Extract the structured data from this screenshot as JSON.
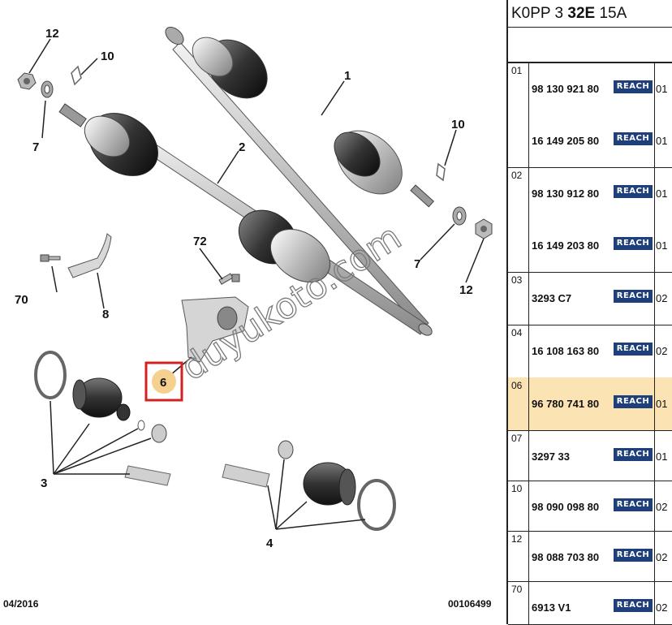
{
  "header": {
    "code_prefix": "K0PP 3 ",
    "code_bold": "32E",
    "code_suffix": " 15A"
  },
  "diagram": {
    "callouts": {
      "c1": "1",
      "c2": "2",
      "c3": "3",
      "c4": "4",
      "c6": "6",
      "c7a": "7",
      "c7b": "7",
      "c8": "8",
      "c10a": "10",
      "c10b": "10",
      "c12a": "12",
      "c12b": "12",
      "c70": "70",
      "c72": "72"
    },
    "footer_date": "04/2016",
    "footer_ref": "00106499",
    "watermark": "duyukoto.com"
  },
  "groups": [
    {
      "index": "01",
      "rows": [
        {
          "part": "98 130 921 80",
          "badge": "REACH",
          "qty": "01"
        },
        {
          "part": "16 149 205 80",
          "badge": "REACH",
          "qty": "01"
        }
      ]
    },
    {
      "index": "02",
      "rows": [
        {
          "part": "98 130 912 80",
          "badge": "REACH",
          "qty": "01"
        },
        {
          "part": "16 149 203 80",
          "badge": "REACH",
          "qty": "01"
        }
      ]
    },
    {
      "index": "03",
      "rows": [
        {
          "part": "3293 C7",
          "badge": "REACH",
          "qty": "02"
        }
      ]
    },
    {
      "index": "04",
      "rows": [
        {
          "part": "16 108 163 80",
          "badge": "REACH",
          "qty": "02"
        }
      ]
    },
    {
      "index": "06",
      "rows": [
        {
          "part": "96 780 741 80",
          "badge": "REACH",
          "qty": "01"
        }
      ]
    },
    {
      "index": "07",
      "rows": [
        {
          "part": "3297 33",
          "badge": "REACH",
          "qty": "01"
        }
      ]
    },
    {
      "index": "10",
      "rows": [
        {
          "part": "98 090 098 80",
          "badge": "REACH",
          "qty": "02"
        }
      ]
    },
    {
      "index": "12",
      "rows": [
        {
          "part": "98 088 703 80",
          "badge": "REACH",
          "qty": "02"
        }
      ]
    },
    {
      "index": "70",
      "rows": [
        {
          "part": "6913 V1",
          "badge": "REACH",
          "qty": "02"
        }
      ]
    }
  ],
  "colors": {
    "highlight": "#fbe3b3",
    "callout_box": "#d42020",
    "callout_fill": "#f6d08e",
    "reach_badge": "#1e3f79"
  }
}
